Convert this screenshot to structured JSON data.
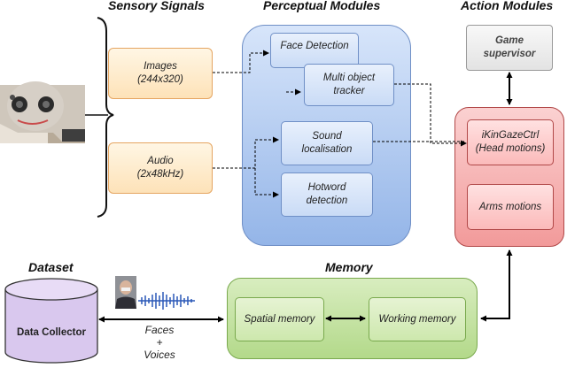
{
  "headings": {
    "sensory": "Sensory Signals",
    "perceptual": "Perceptual Modules",
    "action": "Action Modules",
    "dataset": "Dataset",
    "memory": "Memory"
  },
  "sensory": {
    "images_label": "Images\n(244x320)",
    "audio_label": "Audio\n(2x48kHz)"
  },
  "perceptual": {
    "face_detection": "Face Detection",
    "multi_object_tracker": "Multi object\ntracker",
    "sound_localisation": "Sound\nlocalisation",
    "hotword_detection": "Hotword\ndetection"
  },
  "action": {
    "game_supervisor": "Game\nsupervisor",
    "ikingazectrl": "iKinGazeCtrl\n(Head motions)",
    "arms_motions": "Arms motions"
  },
  "memory": {
    "spatial": "Spatial memory",
    "working": "Working memory"
  },
  "dataset": {
    "collector": "Data Collector",
    "link_label": "Faces\n+\nVoices"
  },
  "colors": {
    "perceptual_fill": "#a9c6ef",
    "action_fill": "#f6a7a7",
    "memory_fill": "#bfe09a",
    "sensory_fill": "#fde2b8",
    "dataset_fill": "#d9c8ee"
  }
}
